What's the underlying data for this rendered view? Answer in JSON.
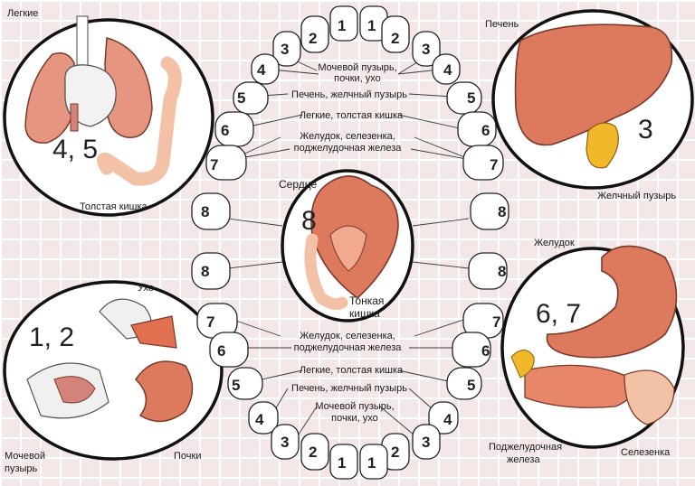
{
  "organs": {
    "lungs": {
      "label": "Легкие",
      "teeth": "4, 5"
    },
    "colon": {
      "label": "Толстая кишка"
    },
    "liver": {
      "label": "Печень",
      "teeth": "3"
    },
    "gallbladder": {
      "label": "Желчный пузырь"
    },
    "heart": {
      "label": "Сердце",
      "teeth": "8"
    },
    "small_intestine": {
      "label": "Тонкая кишка"
    },
    "stomach": {
      "label": "Желудок",
      "teeth": "6, 7"
    },
    "ear": {
      "label": "Ухо",
      "teeth": "1, 2"
    },
    "bladder": {
      "label": "Мочевой пузырь"
    },
    "kidneys": {
      "label": "Почки"
    },
    "pancreas": {
      "label": "Поджелудочная железа"
    },
    "spleen": {
      "label": "Селезенка"
    }
  },
  "center_labels": {
    "upper": [
      [
        "Мочевой пузырь,",
        "почки, ухо"
      ],
      [
        "Печень, желчный пузырь"
      ],
      [
        "Легкие, толстая кишка"
      ],
      [
        "Желудок, селезенка,",
        "поджелудочная железа"
      ]
    ],
    "lower": [
      [
        "Желудок, селезенка,",
        "поджелудочная железа"
      ],
      [
        "Легкие, толстая кишка"
      ],
      [
        "Печень, желчный пузырь"
      ],
      [
        "Мочевой пузырь,",
        "почки, ухо"
      ]
    ]
  },
  "teeth_numbers": [
    "1",
    "2",
    "3",
    "4",
    "5",
    "6",
    "7",
    "8"
  ],
  "colors": {
    "organ": "#dd7a5e",
    "organ_dark": "#b44f35",
    "bg": "#f4e7e7",
    "yellow": "#f2b82c",
    "intestine": "#f3c2a6"
  }
}
